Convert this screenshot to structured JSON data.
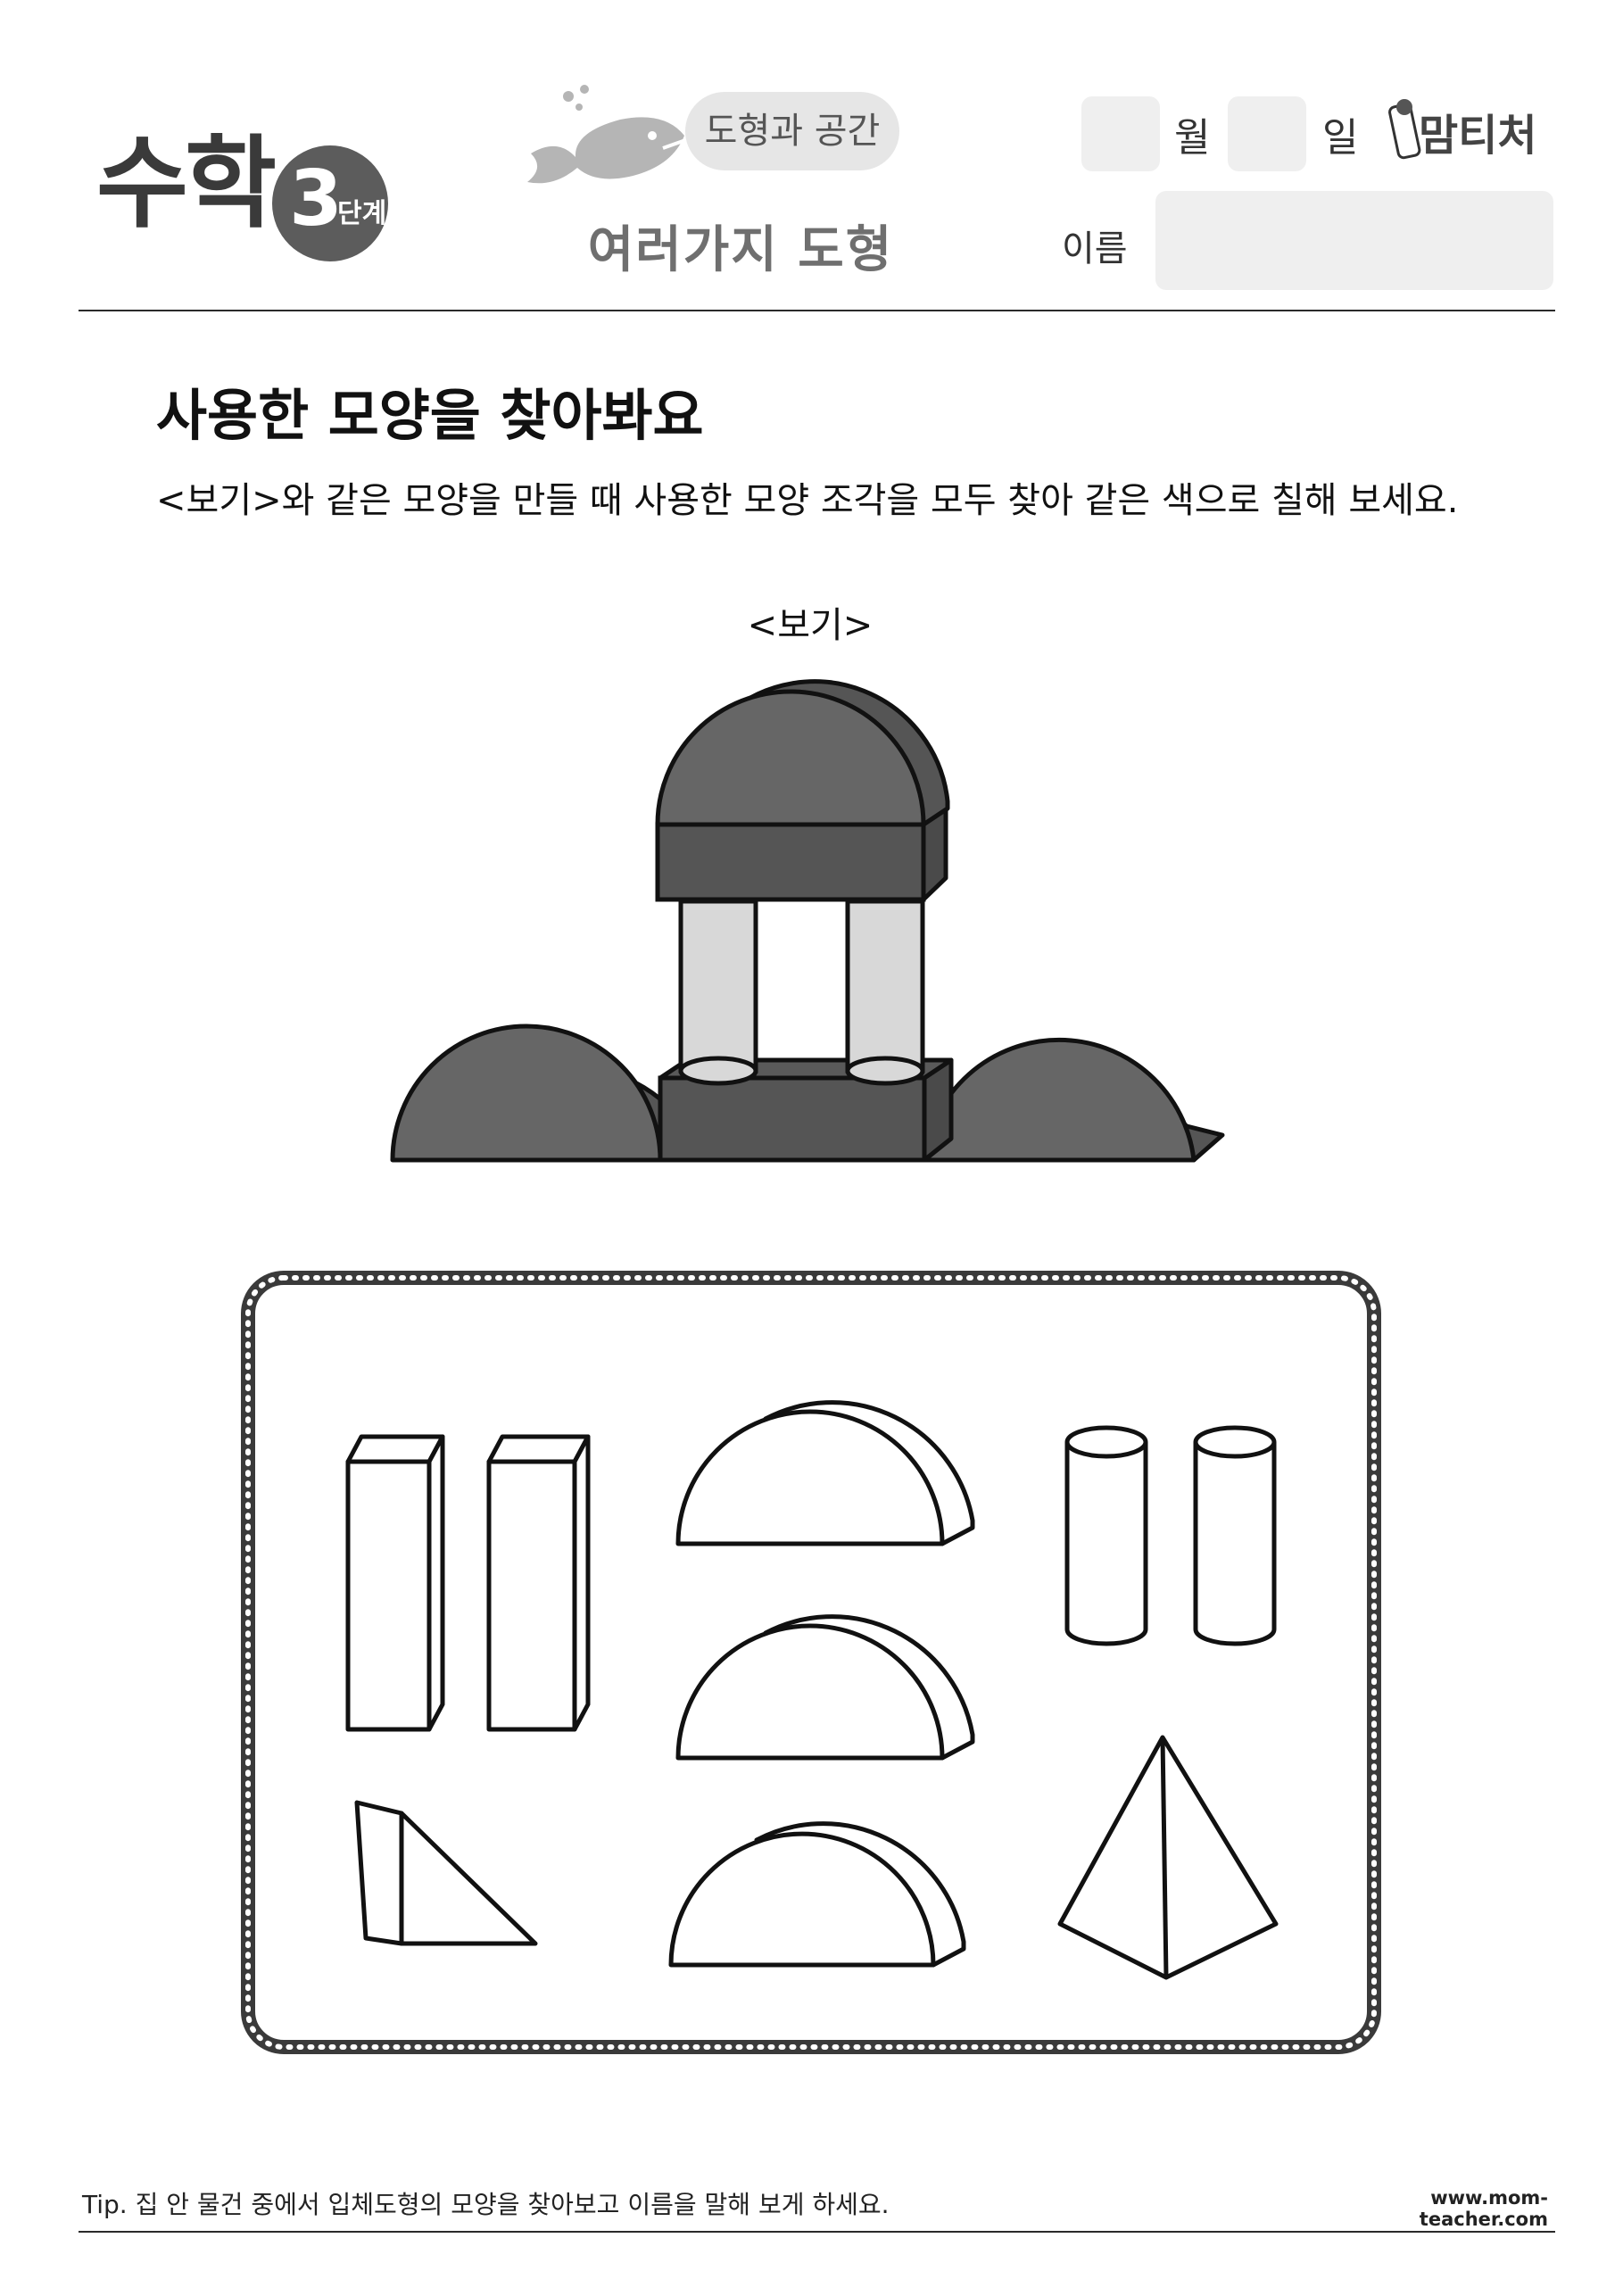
{
  "header": {
    "subject": "수학",
    "grade_number": "3",
    "grade_word": "단계",
    "topic": "도형과 공간",
    "subtitle": "여러가지 도형",
    "month_label": "월",
    "day_label": "일",
    "name_label": "이름",
    "brand": "맘티처"
  },
  "content": {
    "heading": "사용한 모양을 찾아봐요",
    "instruction": "<보기>와 같은 모양을 만들 때 사용한 모양 조각을 모두 찾아 같은 색으로 칠해 보세요.",
    "example_label": "<보기>"
  },
  "figure_colors": {
    "dark_fill": "#555555",
    "light_fill": "#d8d8d8",
    "outline": "#111111"
  },
  "footer": {
    "tip": "Tip. 집 안 물건 중에서 입체도형의 모양을 찾아보고 이름을 말해 보게 하세요.",
    "url": "www.mom-teacher.com"
  }
}
